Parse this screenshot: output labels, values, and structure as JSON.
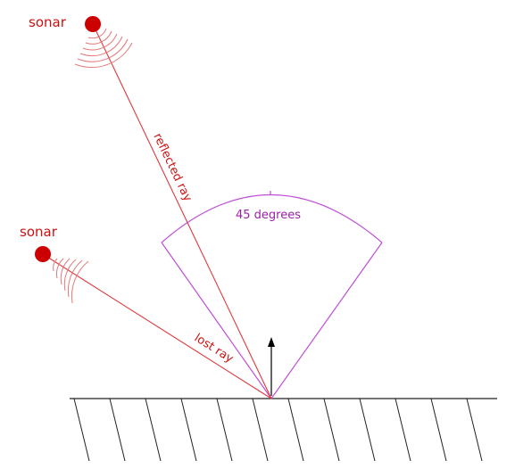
{
  "labels": {
    "sonar_top": "sonar",
    "sonar_left": "sonar",
    "reflected_ray": "reflected ray",
    "lost_ray": "lost ray",
    "angle": "45 degrees"
  },
  "colors": {
    "sonar": "#cc0000",
    "ray": "#e0383b",
    "cone": "#c04fd6",
    "angle_text": "#9b1fa8",
    "ground": "#222222",
    "normal_arrow": "#000000"
  }
}
